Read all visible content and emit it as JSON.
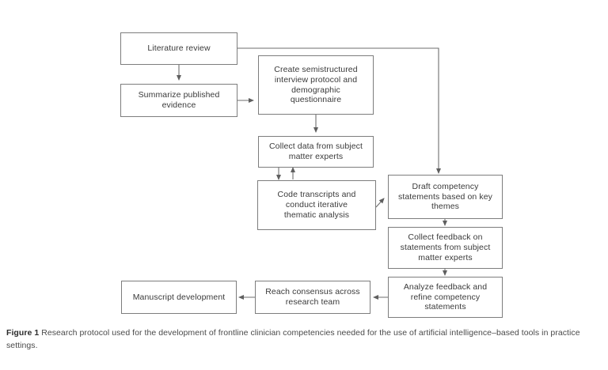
{
  "figure": {
    "caption_label": "Figure 1",
    "caption_text": " Research protocol used for the development of frontline clinician competencies needed for the use of artificial intelligence–based tools in practice settings.",
    "background_color": "#ffffff",
    "box_border_color": "#7d7d7d",
    "connector_color": "#6e6e6e",
    "text_color": "#3a3a3a"
  },
  "nodes": [
    {
      "id": "literature-review",
      "label": "Literature review"
    },
    {
      "id": "summarize-evidence",
      "label": "Summarize published\nevidence"
    },
    {
      "id": "create-protocol",
      "label": "Create semistructured\ninterview protocol and\ndemographic\nquestionnaire"
    },
    {
      "id": "collect-data",
      "label": "Collect data from subject\nmatter experts"
    },
    {
      "id": "code-transcripts",
      "label": "Code transcripts and\nconduct iterative\nthematic analysis"
    },
    {
      "id": "draft-competency",
      "label": "Draft competency\nstatements based on key\nthemes"
    },
    {
      "id": "collect-feedback",
      "label": "Collect feedback on\nstatements from subject\nmatter experts"
    },
    {
      "id": "analyze-feedback",
      "label": "Analyze feedback and\nrefine competency\nstatements"
    },
    {
      "id": "reach-consensus",
      "label": "Reach consensus across\nresearch team"
    },
    {
      "id": "manuscript",
      "label": "Manuscript development"
    }
  ],
  "connectors": [
    {
      "id": "literature-to-summarize",
      "from": "literature-review",
      "to": "summarize-evidence",
      "direction": "down"
    },
    {
      "id": "summarize-to-protocol",
      "from": "summarize-evidence",
      "to": "create-protocol",
      "direction": "right"
    },
    {
      "id": "literature-to-draft",
      "from": "literature-review",
      "to": "draft-competency",
      "direction": "right-then-down"
    },
    {
      "id": "protocol-to-collect",
      "from": "create-protocol",
      "to": "collect-data",
      "direction": "down"
    },
    {
      "id": "collect-to-code",
      "from": "collect-data",
      "to": "code-transcripts",
      "direction": "down"
    },
    {
      "id": "code-to-collect",
      "from": "code-transcripts",
      "to": "collect-data",
      "direction": "up"
    },
    {
      "id": "code-to-draft",
      "from": "code-transcripts",
      "to": "draft-competency",
      "direction": "right"
    },
    {
      "id": "draft-to-feedback",
      "from": "draft-competency",
      "to": "collect-feedback",
      "direction": "down"
    },
    {
      "id": "feedback-to-analyze",
      "from": "collect-feedback",
      "to": "analyze-feedback",
      "direction": "down"
    },
    {
      "id": "analyze-to-consensus",
      "from": "analyze-feedback",
      "to": "reach-consensus",
      "direction": "left"
    },
    {
      "id": "consensus-to-manuscript",
      "from": "reach-consensus",
      "to": "manuscript",
      "direction": "left"
    }
  ]
}
